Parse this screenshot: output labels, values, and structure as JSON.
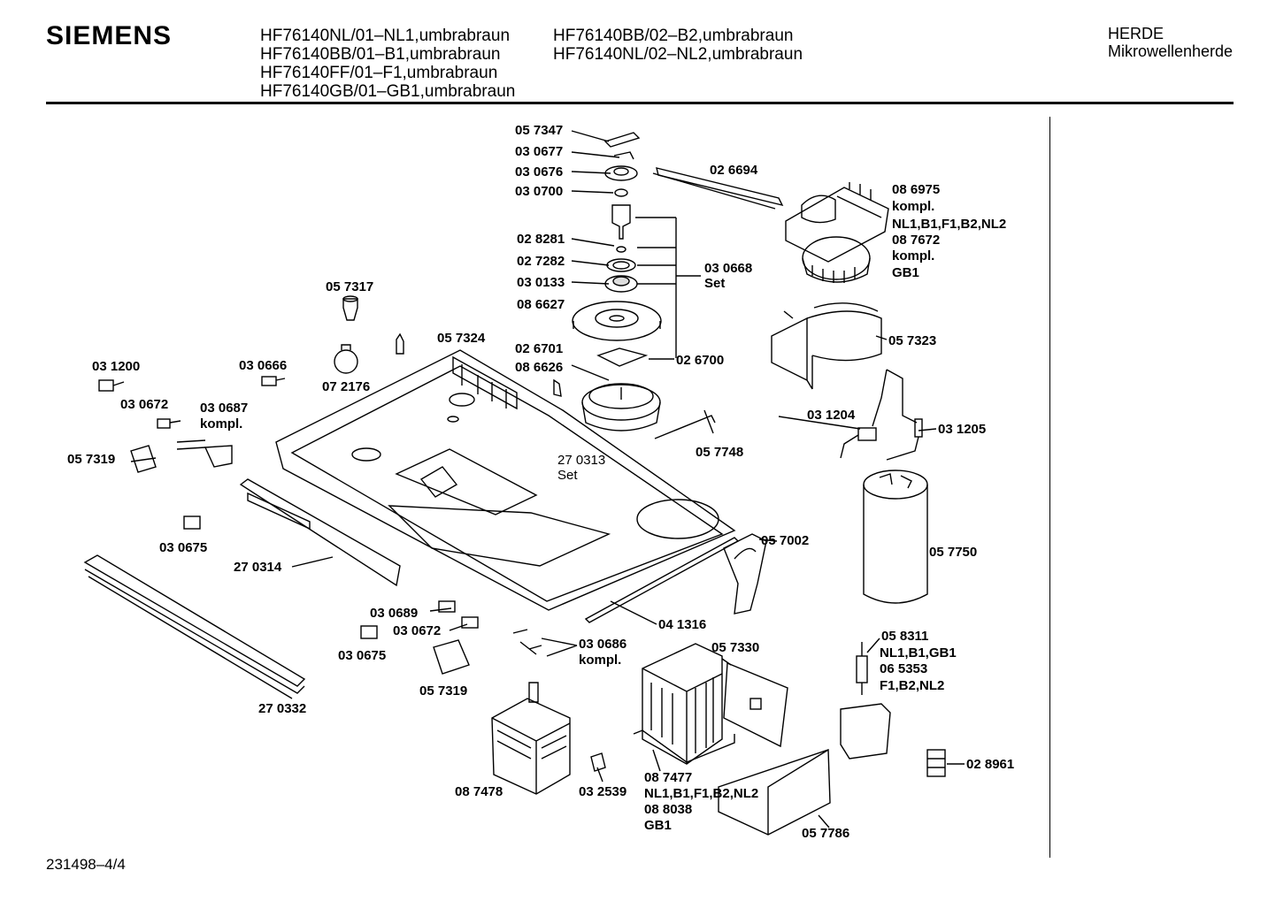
{
  "header": {
    "brand": "SIEMENS",
    "models_col1": [
      "HF76140NL/01–NL1,umbrabraun",
      "HF76140BB/01–B1,umbrabraun",
      "HF76140FF/01–F1,umbrabraun",
      "HF76140GB/01–GB1,umbrabraun"
    ],
    "models_col2": [
      "HF76140BB/02–B2,umbrabraun",
      "HF76140NL/02–NL2,umbrabraun"
    ],
    "category": "HERDE",
    "subcategory": "Mikrowellenherde"
  },
  "footer": {
    "doc_ref": "231498–4/4"
  },
  "parts": {
    "p057347": "05 7347",
    "p030677": "03 0677",
    "p030676": "03 0676",
    "p030700": "03 0700",
    "p026694": "02 6694",
    "p086975": "08 6975",
    "kompl_a": "kompl.",
    "var_a": "NL1,B1,F1,B2,NL2",
    "p087672": "08 7672",
    "kompl_b": "kompl.",
    "var_b": "GB1",
    "p028281": "02 8281",
    "p027282": "02 7282",
    "p030133": "03 0133",
    "p030668": "03 0668",
    "set_a": "Set",
    "p086627": "08 6627",
    "p057317": "05 7317",
    "p057324": "05 7324",
    "p057323": "05 7323",
    "p026701": "02 6701",
    "p026700": "02 6700",
    "p086626": "08 6626",
    "p031200": "03 1200",
    "p030666": "03 0666",
    "p072176": "07 2176",
    "p030672a": "03 0672",
    "p030687": "03 0687",
    "kompl_c": "kompl.",
    "p031204": "03 1204",
    "p031205": "03 1205",
    "p057319a": "05 7319",
    "p057748": "05 7748",
    "p270313": "27 0313",
    "set_b": "Set",
    "p030675a": "03 0675",
    "p057002": "05 7002",
    "p057750": "05 7750",
    "p270314": "27 0314",
    "p030689": "03 0689",
    "p030672b": "03 0672",
    "p041316": "04 1316",
    "p030675b": "03 0675",
    "p030686": "03 0686",
    "kompl_d": "kompl.",
    "p057330": "05 7330",
    "p058311": "05 8311",
    "var_c": "NL1,B1,GB1",
    "p065353": "06 5353",
    "var_d": "F1,B2,NL2",
    "p057319b": "05 7319",
    "p270332": "27 0332",
    "p028961": "02 8961",
    "p087477": "08 7477",
    "var_e": "NL1,B1,F1,B2,NL2",
    "p088038": "08 8038",
    "var_f": "GB1",
    "p087478": "08 7478",
    "p032539": "03 2539",
    "p057786": "05 7786"
  }
}
